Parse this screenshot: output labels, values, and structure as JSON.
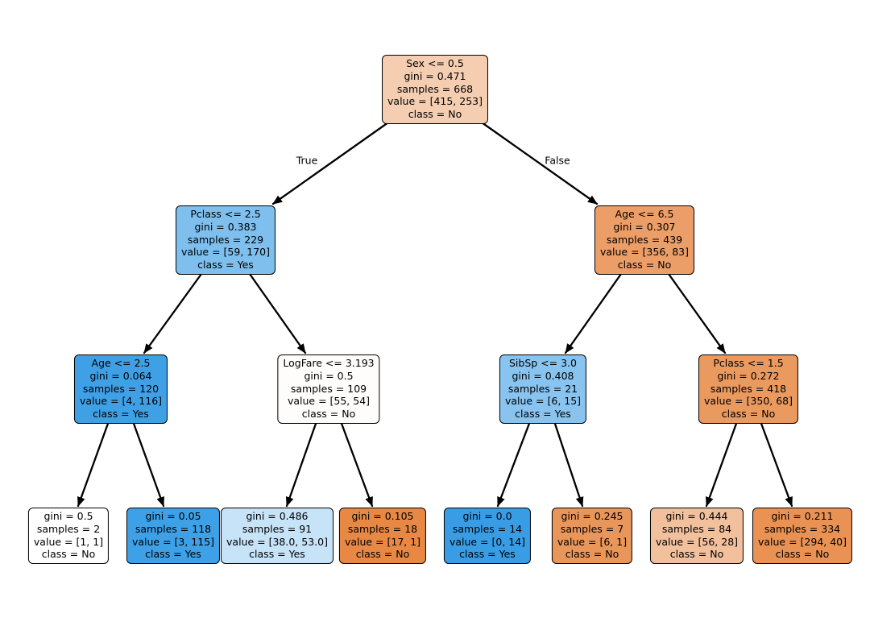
{
  "figure": {
    "type": "decision-tree",
    "background": "#ffffff",
    "edge_labels": {
      "left": "True",
      "right": "False"
    },
    "class_colors": {
      "no_base": "#e58139",
      "yes_base": "#399de5"
    },
    "nodes": {
      "root": {
        "fill": "#f5ceb2",
        "lines": [
          "Sex <= 0.5",
          "gini = 0.471",
          "samples = 668",
          "value = [415, 253]",
          "class = No"
        ]
      },
      "sex_true": {
        "fill": "#7ebfee",
        "lines": [
          "Pclass <= 2.5",
          "gini = 0.383",
          "samples = 229",
          "value = [59, 170]",
          "class = Yes"
        ]
      },
      "sex_false": {
        "fill": "#eb9e67",
        "lines": [
          "Age <= 6.5",
          "gini = 0.307",
          "samples = 439",
          "value = [356, 83]",
          "class = No"
        ]
      },
      "age25": {
        "fill": "#40a0e6",
        "lines": [
          "Age <= 2.5",
          "gini = 0.064",
          "samples = 120",
          "value = [4, 116]",
          "class = Yes"
        ]
      },
      "logfare": {
        "fill": "#fffdfb",
        "lines": [
          "LogFare <= 3.193",
          "gini = 0.5",
          "samples = 109",
          "value = [55, 54]",
          "class = No"
        ]
      },
      "sibsp": {
        "fill": "#88c4ef",
        "lines": [
          "SibSp <= 3.0",
          "gini = 0.408",
          "samples = 21",
          "value = [6, 15]",
          "class = Yes"
        ]
      },
      "pclass15": {
        "fill": "#ea995f",
        "lines": [
          "Pclass <= 1.5",
          "gini = 0.272",
          "samples = 418",
          "value = [350, 68]",
          "class = No"
        ]
      },
      "leaf1": {
        "fill": "#ffffff",
        "lines": [
          "gini = 0.5",
          "samples = 2",
          "value = [1, 1]",
          "class = No"
        ]
      },
      "leaf2": {
        "fill": "#3ea0e6",
        "lines": [
          "gini = 0.05",
          "samples = 118",
          "value = [3, 115]",
          "class = Yes"
        ]
      },
      "leaf3": {
        "fill": "#c7e3f8",
        "lines": [
          "gini = 0.486",
          "samples = 91",
          "value = [38.0, 53.0]",
          "class = Yes"
        ]
      },
      "leaf4": {
        "fill": "#e78845",
        "lines": [
          "gini = 0.105",
          "samples = 18",
          "value = [17, 1]",
          "class = No"
        ]
      },
      "leaf5": {
        "fill": "#399de5",
        "lines": [
          "gini = 0.0",
          "samples = 14",
          "value = [0, 14]",
          "class = Yes"
        ]
      },
      "leaf6": {
        "fill": "#e9965a",
        "lines": [
          "gini = 0.245",
          "samples = 7",
          "value = [6, 1]",
          "class = No"
        ]
      },
      "leaf7": {
        "fill": "#f2c09c",
        "lines": [
          "gini = 0.444",
          "samples = 84",
          "value = [56, 28]",
          "class = No"
        ]
      },
      "leaf8": {
        "fill": "#e99254",
        "lines": [
          "gini = 0.211",
          "samples = 334",
          "value = [294, 40]",
          "class = No"
        ]
      }
    }
  }
}
